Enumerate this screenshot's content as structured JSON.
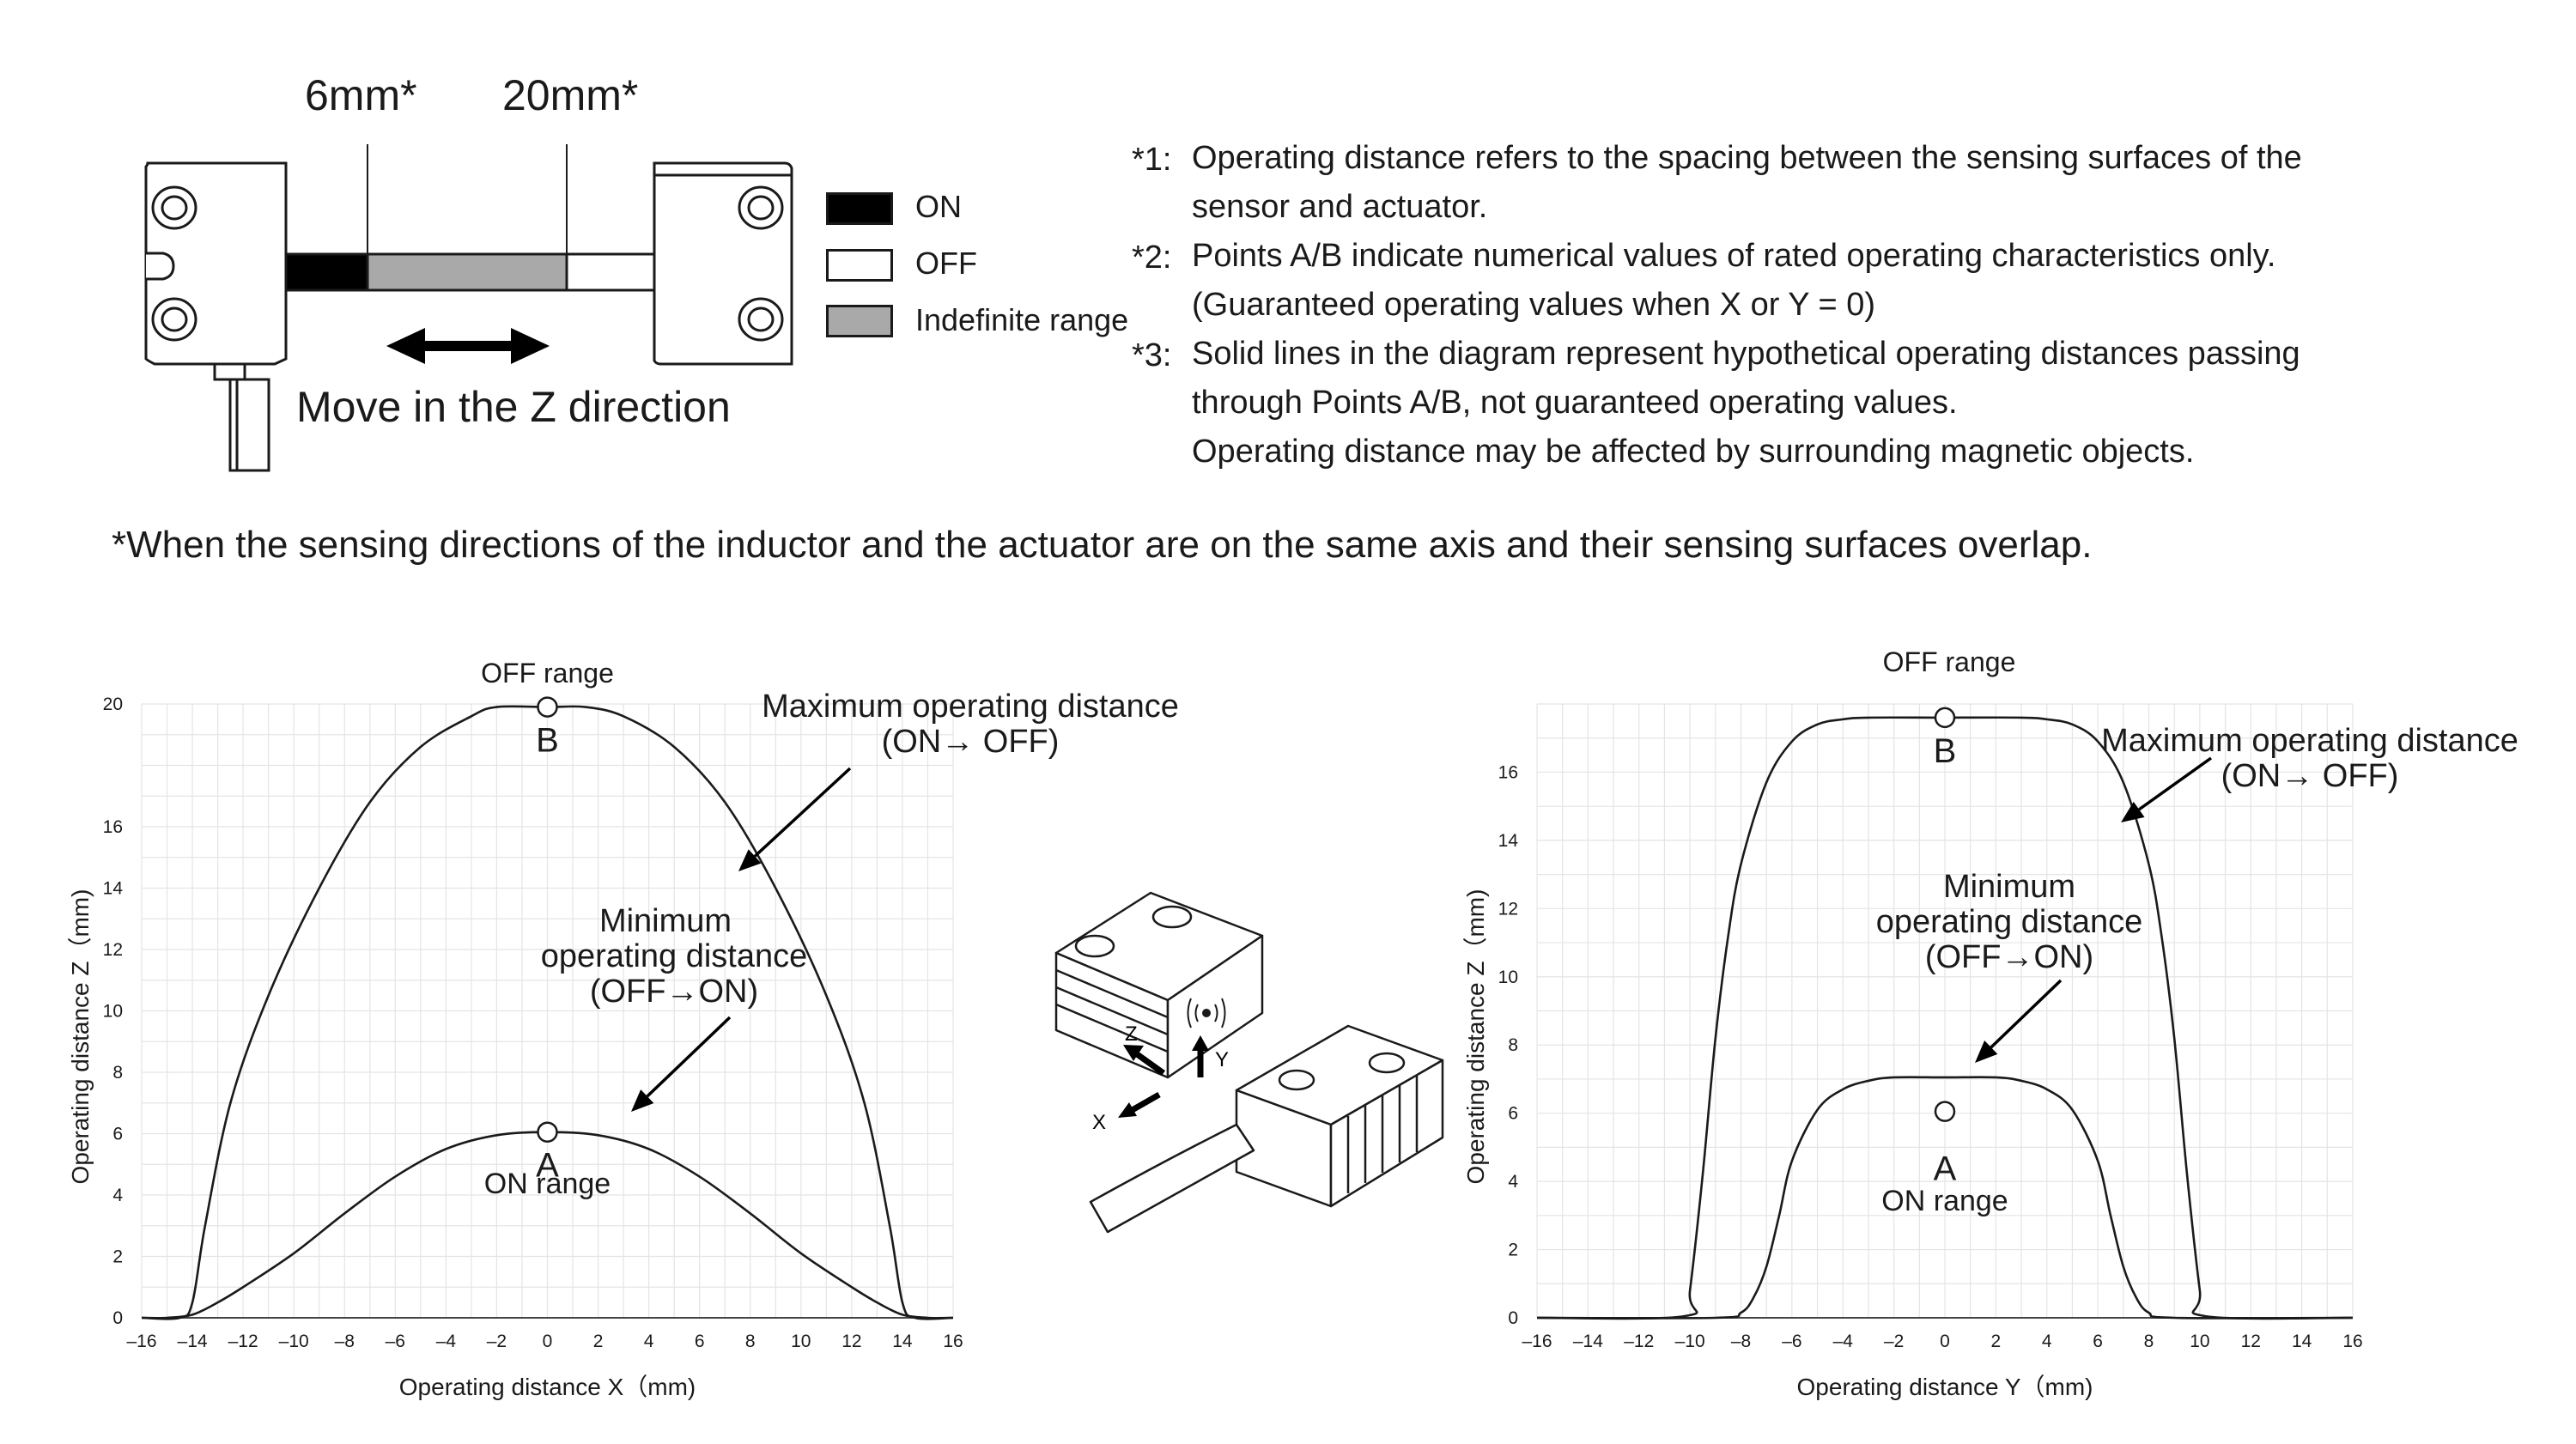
{
  "top_figure": {
    "dim_6": "6mm*",
    "dim_20": "20mm*",
    "move_label": "Move in the Z direction",
    "legend": [
      {
        "label": "ON",
        "fill": "#000000"
      },
      {
        "label": "OFF",
        "fill": "#ffffff"
      },
      {
        "label": "Indefinite range",
        "fill": "#a9a9a9"
      }
    ]
  },
  "notes": [
    {
      "mark": "*1:",
      "lines": [
        "Operating distance refers to the spacing between the sensing surfaces of the",
        "sensor and actuator."
      ]
    },
    {
      "mark": "*2:",
      "lines": [
        "Points A/B indicate numerical values of rated operating characteristics only.",
        "(Guaranteed operating values when X or Y = 0)"
      ]
    },
    {
      "mark": "*3:",
      "lines": [
        "Solid lines in the diagram represent hypothetical operating distances passing",
        "through Points A/B, not guaranteed operating values.",
        "Operating distance may be affected by surrounding magnetic objects."
      ]
    }
  ],
  "footnote": "*When the sensing directions of the inductor and the actuator are on the same axis and their sensing surfaces overlap.",
  "axis_icons": {
    "x": "X",
    "y": "Y",
    "z": "Z"
  },
  "chart_data": [
    {
      "type": "line",
      "xlabel": "Operating distance X（mm)",
      "ylabel": "Operating distance Z（mm)",
      "xlim": [
        -16,
        16
      ],
      "ylim": [
        0,
        20
      ],
      "xticks": [
        -16,
        -14,
        -12,
        -10,
        -8,
        -6,
        -4,
        -2,
        0,
        2,
        4,
        6,
        8,
        10,
        12,
        14,
        16
      ],
      "yticks": [
        0,
        2,
        4,
        6,
        8,
        10,
        12,
        14,
        16,
        20
      ],
      "grid": true,
      "series": [
        {
          "x": [
            -16,
            -14.5,
            -14,
            -13.5,
            -12.5,
            -11,
            -9,
            -7,
            -5,
            -3,
            -2,
            0,
            1.5,
            3,
            5,
            7,
            9,
            11,
            12.5,
            13.5,
            14,
            14.5,
            16
          ],
          "y": [
            0,
            0,
            0.5,
            3,
            7,
            10.5,
            14,
            16.8,
            18.6,
            19.6,
            19.9,
            19.9,
            19.9,
            19.6,
            18.6,
            16.8,
            14,
            10.5,
            7,
            3,
            0.5,
            0,
            0
          ]
        },
        {
          "x": [
            -16,
            -15,
            -14,
            -13,
            -12,
            -10,
            -8,
            -6,
            -4,
            -2,
            0,
            2,
            4,
            6,
            8,
            10,
            12,
            13,
            14,
            15,
            16
          ],
          "y": [
            0,
            0,
            0.1,
            0.5,
            1,
            2.1,
            3.4,
            4.6,
            5.5,
            5.95,
            6.05,
            5.95,
            5.5,
            4.6,
            3.4,
            2.1,
            1,
            0.5,
            0.1,
            0,
            0
          ]
        }
      ],
      "points": [
        {
          "name": "B",
          "x": 0,
          "y": 19.9
        },
        {
          "name": "A",
          "x": 0,
          "y": 6.05
        }
      ],
      "annotations": {
        "off_range": "OFF range",
        "on_range": "ON range",
        "max_lines": [
          "Maximum operating distance",
          "(ON→ OFF)"
        ],
        "min_lines": [
          "Minimum",
          "operating distance",
          "(OFF→ON)"
        ]
      }
    },
    {
      "type": "line",
      "xlabel": "Operating distance Y（mm)",
      "ylabel": "Operating distance  Z（mm)",
      "xlim": [
        -16,
        16
      ],
      "ylim": [
        0,
        18
      ],
      "xticks": [
        -16,
        -14,
        -12,
        -10,
        -8,
        -6,
        -4,
        -2,
        0,
        2,
        4,
        6,
        8,
        10,
        12,
        14,
        16
      ],
      "yticks": [
        0,
        2,
        4,
        6,
        8,
        10,
        12,
        14,
        16
      ],
      "grid": true,
      "series": [
        {
          "x": [
            -16,
            -10.2,
            -10,
            -9.5,
            -9,
            -8.5,
            -8,
            -7,
            -6,
            -5,
            -4,
            -3,
            0,
            3,
            4,
            5,
            6,
            7,
            8,
            8.5,
            9,
            9.5,
            10,
            10.2,
            16
          ],
          "y": [
            0,
            0.05,
            0.8,
            4.2,
            8.2,
            11.2,
            13.3,
            15.7,
            16.9,
            17.4,
            17.55,
            17.6,
            17.6,
            17.6,
            17.55,
            17.4,
            16.9,
            15.7,
            13.3,
            11.2,
            8.2,
            4.2,
            0.8,
            0.05,
            0
          ]
        },
        {
          "x": [
            -16,
            -9,
            -8,
            -7.5,
            -7,
            -6.5,
            -6,
            -5,
            -4,
            -3,
            -2,
            0,
            2,
            3,
            4,
            5,
            6,
            6.5,
            7,
            7.5,
            8,
            9,
            16
          ],
          "y": [
            0,
            0,
            0.15,
            0.6,
            1.5,
            3,
            4.6,
            6.1,
            6.7,
            6.95,
            7.05,
            7.05,
            7.05,
            6.95,
            6.7,
            6.1,
            4.6,
            3,
            1.5,
            0.6,
            0.15,
            0,
            0
          ]
        }
      ],
      "points": [
        {
          "name": "B",
          "x": 0,
          "y": 17.6
        },
        {
          "name": "A",
          "x": 0,
          "y": 6.05
        }
      ],
      "annotations": {
        "off_range": "OFF range",
        "on_range": "ON  range",
        "max_lines": [
          "Maximum operating distance",
          "(ON→ OFF)"
        ],
        "min_lines": [
          "Minimum",
          "operating distance",
          "(OFF→ON)"
        ]
      }
    }
  ]
}
